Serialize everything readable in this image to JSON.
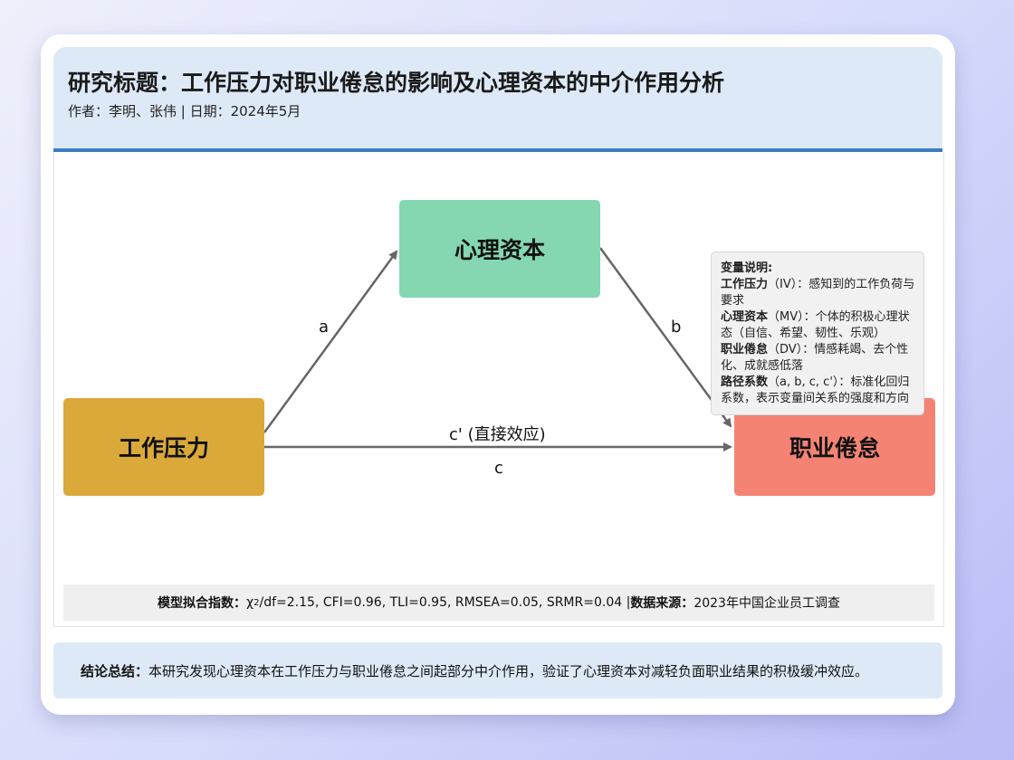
{
  "header": {
    "title": "研究标题：工作压力对职业倦怠的影响及心理资本的中介作用分析",
    "subtitle": "作者：李明、张伟 | 日期：2024年5月"
  },
  "nodes": {
    "iv": {
      "label": "工作压力",
      "color": "#dba93a"
    },
    "mv": {
      "label": "心理资本",
      "color": "#84d7b1"
    },
    "dv": {
      "label": "职业倦怠",
      "color": "#f48374"
    }
  },
  "paths": {
    "a": "a",
    "b": "b",
    "c_prime": "c' (直接效应)",
    "c": "c"
  },
  "legend": {
    "title": "变量说明:",
    "items": [
      {
        "term": "工作压力",
        "desc": "（IV）：感知到的工作负荷与要求"
      },
      {
        "term": "心理资本",
        "desc": "（MV）：个体的积极心理状态（自信、希望、韧性、乐观）"
      },
      {
        "term": "职业倦怠",
        "desc": "（DV）：情感耗竭、去个性化、成就感低落"
      },
      {
        "term": "路径系数",
        "desc": "（a, b, c, c'）：标准化回归系数，表示变量间关系的强度和方向"
      }
    ]
  },
  "fit": {
    "label": "模型拟合指数：",
    "chi": "χ",
    "chi_sup": "2",
    "values": "/df=2.15, CFI=0.96, TLI=0.95, RMSEA=0.05, SRMR=0.04 | ",
    "source_label": "数据来源：",
    "source": "2023年中国企业员工调查"
  },
  "conclusion": {
    "label": "结论总结：",
    "text": "本研究发现心理资本在工作压力与职业倦怠之间起部分中介作用，验证了心理资本对减轻负面职业结果的积极缓冲效应。"
  },
  "colors": {
    "arrow": "#666666",
    "header_bg": "#dde9f6",
    "header_rule": "#3a7dc4"
  }
}
